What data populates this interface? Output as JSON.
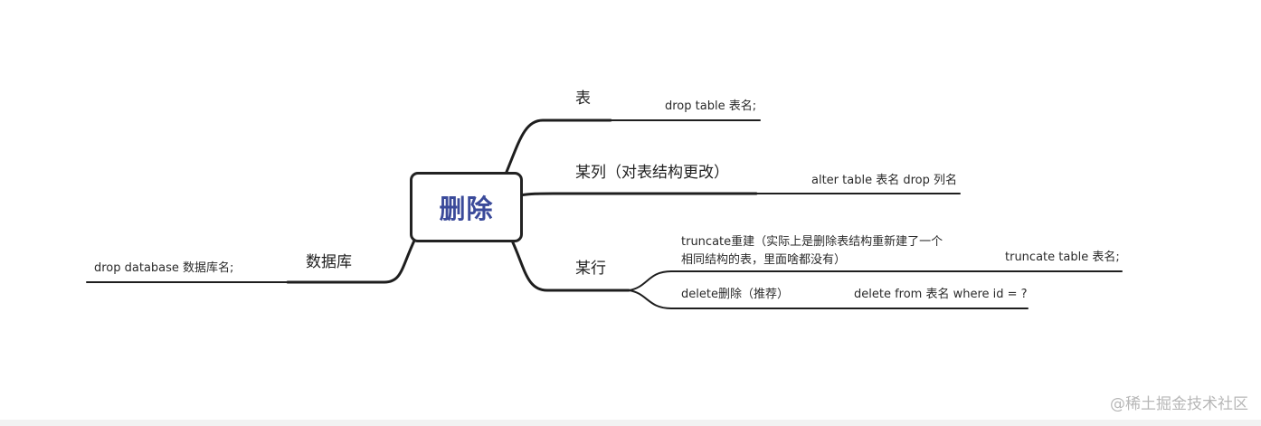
{
  "root": {
    "label": "删除"
  },
  "branches": {
    "table": {
      "label": "表",
      "leaf": "drop table 表名;"
    },
    "column": {
      "label": "某列（对表结构更改）",
      "leaf": "alter table 表名 drop 列名"
    },
    "row": {
      "label": "某行",
      "children": {
        "truncate": {
          "label": "truncate重建（实际上是删除表结构重新建了一个相同结构的表，里面啥都没有）",
          "leaf": "truncate table 表名;"
        },
        "delete": {
          "label": "delete删除（推荐）",
          "leaf": "delete  from 表名 where id = ?"
        }
      }
    },
    "database": {
      "label": "数据库",
      "leaf": "drop database 数据库名;"
    }
  },
  "watermark": "@稀土掘金技术社区"
}
